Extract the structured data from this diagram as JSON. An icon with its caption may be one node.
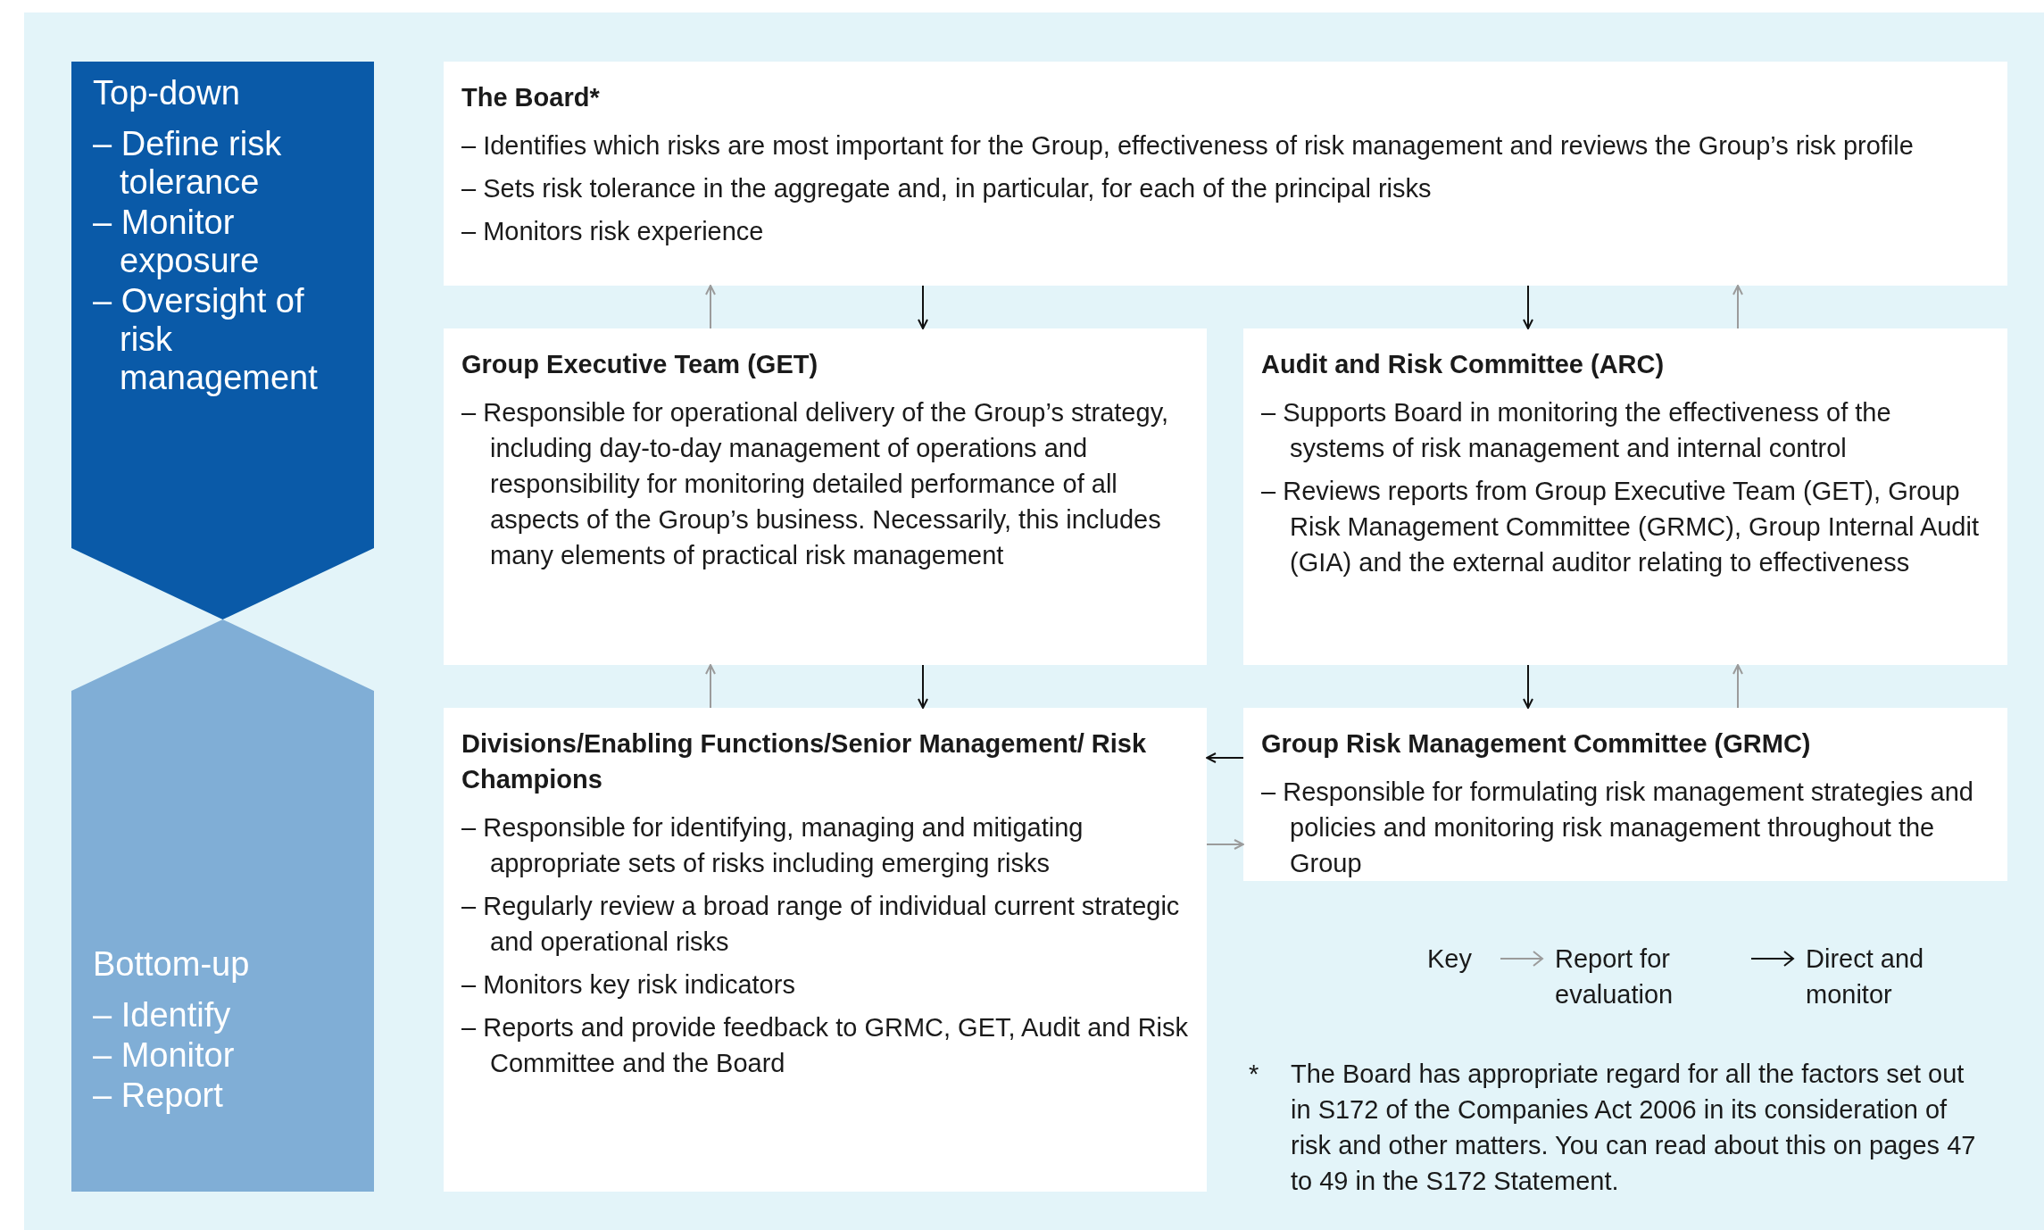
{
  "diagram": {
    "nodes": [
      {
        "text": [
          "Top-down",
          "– Define risk tolerance",
          "– Monitor exposure",
          "– Oversight of risk management"
        ]
      },
      {
        "text": [
          "Bottom-up",
          "– Identify",
          "– Monitor",
          "– Report"
        ]
      },
      {
        "text": [
          "The Board*",
          "– Identifies which risks are most important for the Group, effectiveness of risk management and reviews the Group’s risk profile",
          "– Sets risk tolerance in the aggregate and, in particular, for each of the principal risks",
          "– Monitors risk experience"
        ]
      },
      {
        "text": [
          "Group Executive Team (GET)",
          "– Responsible for operational delivery of the Group’s strategy, including day-to-day management of operations and responsibility for monitoring detailed performance of all aspects of the Group’s business. Necessarily, this includes many elements of practical risk management"
        ]
      },
      {
        "text": [
          "Audit and Risk Committee (ARC)",
          "– Supports Board in monitoring the effectiveness of the systems of risk management and internal control",
          "– Reviews reports from Group Executive Team (GET), Group Risk Management Committee (GRMC), Group Internal Audit (GIA) and the external auditor relating to effectiveness"
        ]
      },
      {
        "text": [
          "Divisions/Enabling Functions/Senior Management/ Risk Champions",
          "– Responsible for identifying, managing and mitigating appropriate sets of risks including emerging risks",
          "– Regularly review a broad range of individual current strategic and operational risks",
          "– Monitors key risk indicators",
          "– Reports and provide feedback to GRMC, GET, Audit and Risk Committee and the Board"
        ]
      },
      {
        "text": [
          "Group Risk Management Committee (GRMC)",
          "– Responsible for formulating risk management strategies and policies and monitoring risk management throughout the Group"
        ]
      }
    ],
    "edges": [
      {
        "from": 3,
        "to": 2,
        "arrow": "to",
        "color": "#9b9b9b"
      },
      {
        "from": 2,
        "to": 3,
        "arrow": "to",
        "color": "#111111"
      },
      {
        "from": 2,
        "to": 4,
        "arrow": "to",
        "color": "#111111"
      },
      {
        "from": 4,
        "to": 2,
        "arrow": "to",
        "color": "#9b9b9b"
      },
      {
        "from": 5,
        "to": 3,
        "arrow": "to",
        "color": "#9b9b9b"
      },
      {
        "from": 3,
        "to": 5,
        "arrow": "to",
        "color": "#111111"
      },
      {
        "from": 4,
        "to": 6,
        "arrow": "to",
        "color": "#111111"
      },
      {
        "from": 6,
        "to": 4,
        "arrow": "to",
        "color": "#9b9b9b"
      },
      {
        "from": 6,
        "to": 5,
        "arrow": "to",
        "color": "#111111"
      },
      {
        "from": 5,
        "to": 6,
        "arrow": "to",
        "color": "#9b9b9b"
      }
    ],
    "labels": [
      "Key",
      "*",
      "The Board has appropriate regard for all the factors set out in S172 of the Companies Act 2006 in its consideration of risk and other matters. You can read about this on pages 47 to 49 in the S172 Statement."
    ],
    "legend": [
      {
        "text": "Report for evaluation"
      },
      {
        "text": "Direct and monitor"
      }
    ]
  }
}
